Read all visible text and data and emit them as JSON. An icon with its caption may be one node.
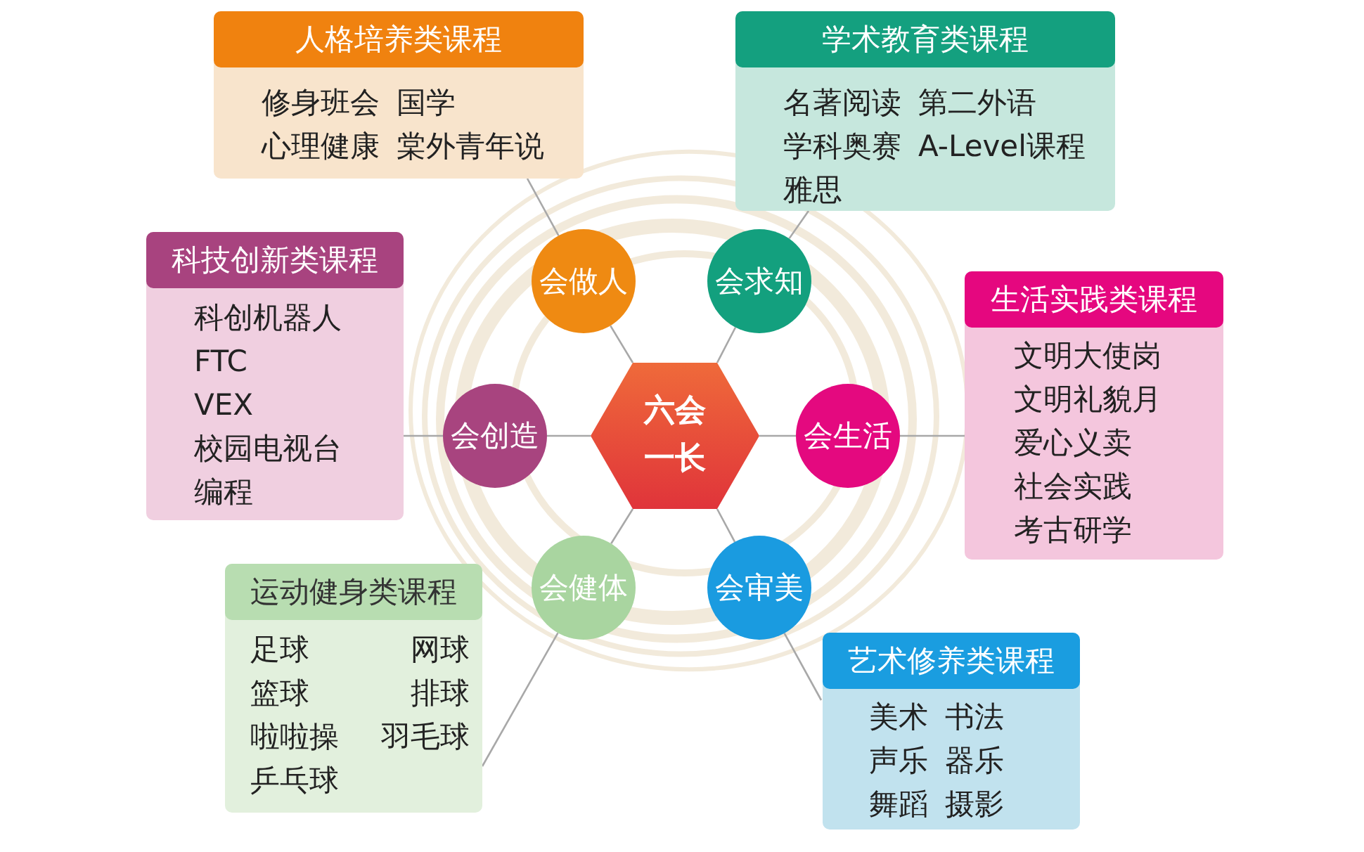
{
  "diagram": {
    "nodes": [
      {
        "text": [
          "人格培养类课程",
          "修身班会",
          "国学",
          "心理健康",
          "棠外青年说"
        ]
      },
      {
        "text": [
          "学术教育类课程",
          "名著阅读",
          "第二外语",
          "学科奥赛",
          "A-Level课程",
          "雅思"
        ]
      },
      {
        "text": [
          "会做人"
        ]
      },
      {
        "text": [
          "会求知"
        ]
      },
      {
        "text": [
          "科技创新类课程",
          "科创机器人",
          "FTC",
          "VEX",
          "校园电视台",
          "编程"
        ]
      },
      {
        "text": [
          "生活实践类课程",
          "文明大使岗",
          "文明礼貌月",
          "爱心义卖",
          "社会实践",
          "考古研学"
        ]
      },
      {
        "text": [
          "会创造"
        ]
      },
      {
        "text": [
          "六会一长"
        ]
      },
      {
        "text": [
          "会生活"
        ]
      },
      {
        "text": [
          "运动健身类课程",
          "足球",
          "网球",
          "篮球",
          "排球",
          "啦啦操",
          "羽毛球",
          "乒乓球"
        ]
      },
      {
        "text": [
          "会健体"
        ]
      },
      {
        "text": [
          "会审美"
        ]
      },
      {
        "text": [
          "艺术修养类课程",
          "美术",
          "书法",
          "声乐",
          "器乐",
          "舞蹈",
          "摄影"
        ]
      }
    ],
    "edges": [
      {
        "from": 7,
        "to": 2,
        "arrow": "none"
      },
      {
        "from": 7,
        "to": 3,
        "arrow": "none"
      },
      {
        "from": 7,
        "to": 6,
        "arrow": "none"
      },
      {
        "from": 7,
        "to": 8,
        "arrow": "none"
      },
      {
        "from": 7,
        "to": 10,
        "arrow": "none"
      },
      {
        "from": 7,
        "to": 11,
        "arrow": "none"
      },
      {
        "from": 2,
        "to": 0,
        "arrow": "none"
      },
      {
        "from": 3,
        "to": 1,
        "arrow": "none"
      },
      {
        "from": 6,
        "to": 4,
        "arrow": "none"
      },
      {
        "from": 8,
        "to": 5,
        "arrow": "none"
      },
      {
        "from": 10,
        "to": 9,
        "arrow": "none"
      },
      {
        "from": 11,
        "to": 12,
        "arrow": "none"
      }
    ]
  }
}
